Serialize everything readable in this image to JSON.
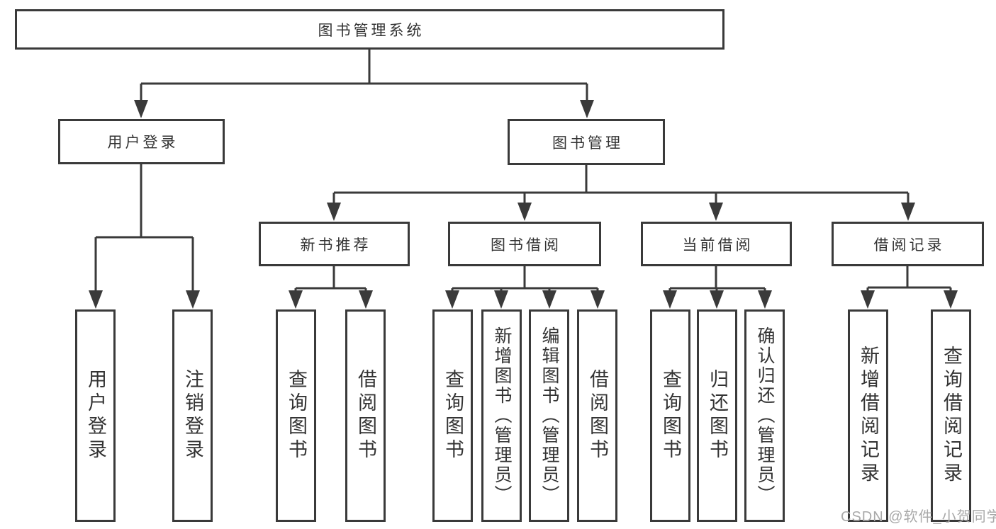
{
  "diagram_title": "图书管理系统",
  "colors": {
    "line": "#3a3a3a",
    "box_border": "#3a3a3a",
    "text": "#333333",
    "background": "#ffffff",
    "watermark": "#a9a9a9"
  },
  "tree": {
    "label": "图书管理系统",
    "children": [
      {
        "label": "用户登录",
        "children": [
          {
            "label": "用户登录"
          },
          {
            "label": "注销登录"
          }
        ]
      },
      {
        "label": "图书管理",
        "children": [
          {
            "label": "新书推荐",
            "children": [
              {
                "label": "查询图书"
              },
              {
                "label": "借阅图书"
              }
            ]
          },
          {
            "label": "图书借阅",
            "children": [
              {
                "label": "查询图书"
              },
              {
                "label": "新增图书（管理员）"
              },
              {
                "label": "编辑图书（管理员）"
              },
              {
                "label": "借阅图书"
              }
            ]
          },
          {
            "label": "当前借阅",
            "children": [
              {
                "label": "查询图书"
              },
              {
                "label": "归还图书"
              },
              {
                "label": "确认归还（管理员）"
              }
            ]
          },
          {
            "label": "借阅记录",
            "children": [
              {
                "label": "新增借阅记录"
              },
              {
                "label": "查询借阅记录"
              }
            ]
          }
        ]
      }
    ]
  },
  "watermark": "CSDN @软件_小贺同学"
}
